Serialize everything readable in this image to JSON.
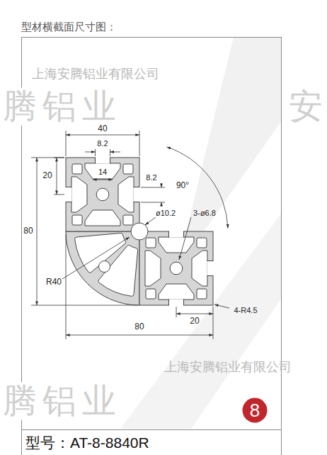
{
  "diagram": {
    "title": "型材横截面尺寸图：",
    "nodes": [
      {
        "text": [
          "8"
        ]
      }
    ],
    "labels": [
      "上海安腾铝业有限公司",
      "腾铝业",
      "安",
      "40",
      "8.2",
      "14",
      "20",
      "8.2",
      "90°",
      "ø10.2",
      "3-ø6.8",
      "80",
      "R40",
      "20",
      "4-R4.5",
      "80",
      "上海安腾铝业有限公司",
      "腾铝业",
      "型号：AT-8-8840R"
    ]
  }
}
